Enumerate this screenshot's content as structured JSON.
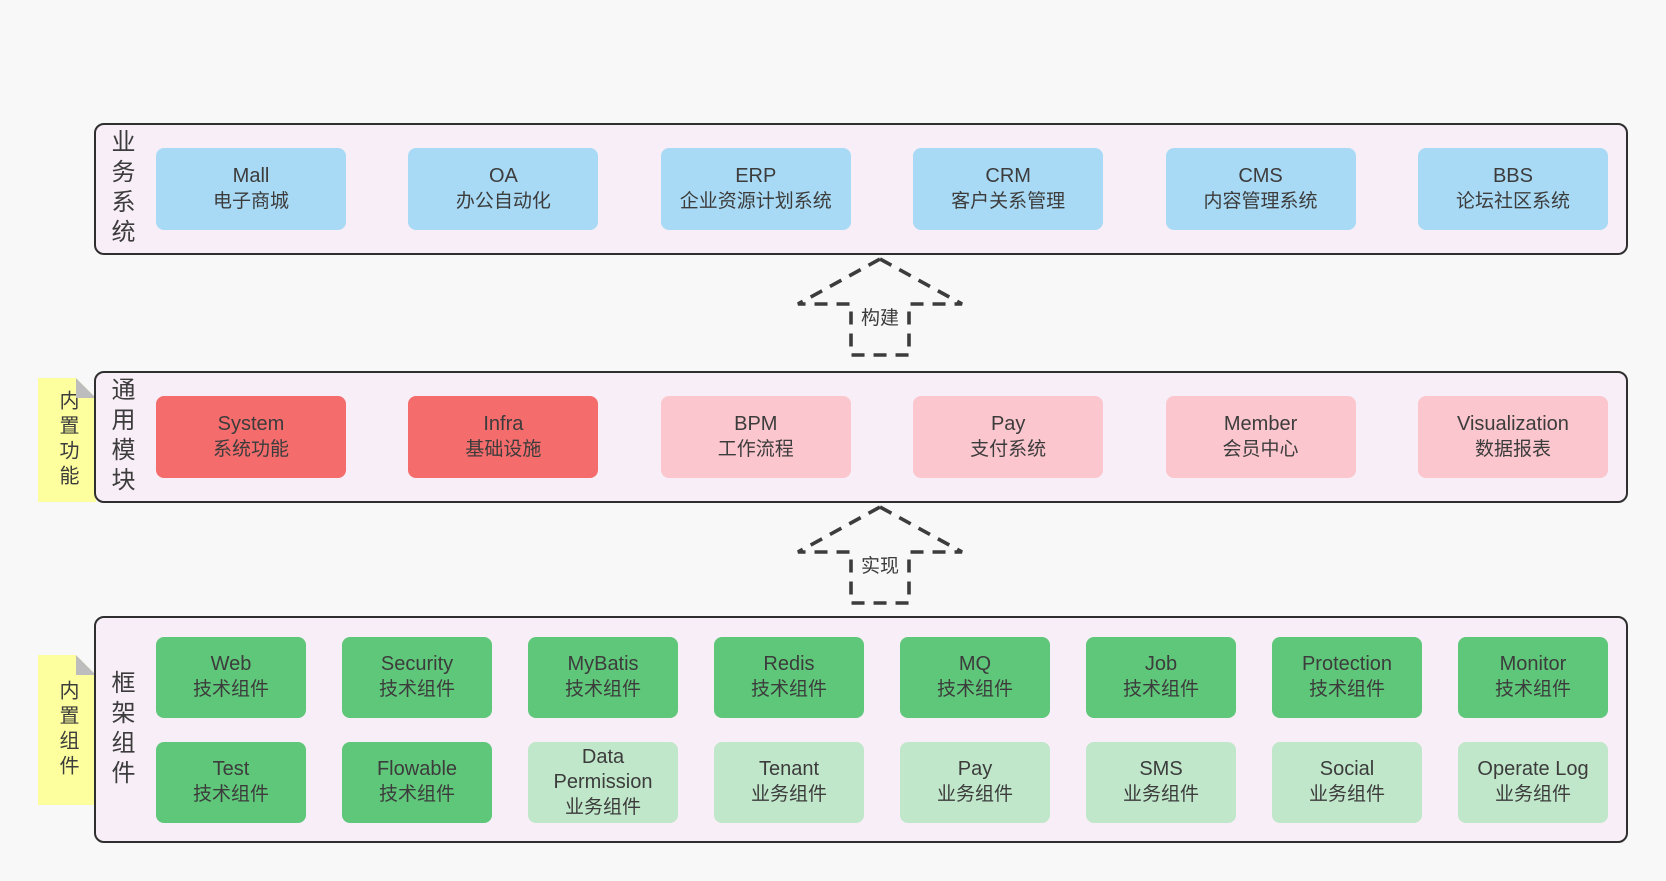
{
  "arrows": [
    {
      "label": "构建"
    },
    {
      "label": "实现"
    }
  ],
  "layers": [
    {
      "id": "business-systems",
      "label": "业务系统",
      "items": [
        {
          "name": "Mall",
          "desc": "电子商城",
          "type": "blue"
        },
        {
          "name": "OA",
          "desc": "办公自动化",
          "type": "blue"
        },
        {
          "name": "ERP",
          "desc": "企业资源计划系统",
          "type": "blue"
        },
        {
          "name": "CRM",
          "desc": "客户关系管理",
          "type": "blue"
        },
        {
          "name": "CMS",
          "desc": "内容管理系统",
          "type": "blue"
        },
        {
          "name": "BBS",
          "desc": "论坛社区系统",
          "type": "blue"
        }
      ]
    },
    {
      "id": "common-modules",
      "label": "通用模块",
      "sticky": "内置功能",
      "items": [
        {
          "name": "System",
          "desc": "系统功能",
          "type": "red"
        },
        {
          "name": "Infra",
          "desc": "基础设施",
          "type": "red"
        },
        {
          "name": "BPM",
          "desc": "工作流程",
          "type": "pink"
        },
        {
          "name": "Pay",
          "desc": "支付系统",
          "type": "pink"
        },
        {
          "name": "Member",
          "desc": "会员中心",
          "type": "pink"
        },
        {
          "name": "Visualization",
          "desc": "数据报表",
          "type": "pink"
        }
      ]
    },
    {
      "id": "framework-components",
      "label": "框架组件",
      "sticky": "内置组件",
      "rows": [
        [
          {
            "name": "Web",
            "desc": "技术组件",
            "type": "green"
          },
          {
            "name": "Security",
            "desc": "技术组件",
            "type": "green"
          },
          {
            "name": "MyBatis",
            "desc": "技术组件",
            "type": "green"
          },
          {
            "name": "Redis",
            "desc": "技术组件",
            "type": "green"
          },
          {
            "name": "MQ",
            "desc": "技术组件",
            "type": "green"
          },
          {
            "name": "Job",
            "desc": "技术组件",
            "type": "green"
          },
          {
            "name": "Protection",
            "desc": "技术组件",
            "type": "green"
          },
          {
            "name": "Monitor",
            "desc": "技术组件",
            "type": "green"
          }
        ],
        [
          {
            "name": "Test",
            "desc": "技术组件",
            "type": "green"
          },
          {
            "name": "Flowable",
            "desc": "技术组件",
            "type": "green"
          },
          {
            "name": "Data Permission",
            "desc": "业务组件",
            "type": "light-green"
          },
          {
            "name": "Tenant",
            "desc": "业务组件",
            "type": "light-green"
          },
          {
            "name": "Pay",
            "desc": "业务组件",
            "type": "light-green"
          },
          {
            "name": "SMS",
            "desc": "业务组件",
            "type": "light-green"
          },
          {
            "name": "Social",
            "desc": "业务组件",
            "type": "light-green"
          },
          {
            "name": "Operate Log",
            "desc": "业务组件",
            "type": "light-green"
          }
        ]
      ]
    }
  ],
  "colors": {
    "page_bg": "#f8f8f8",
    "band_bg": "#f8eef7",
    "band_border": "#2f2f2f",
    "blue": "#a9daf5",
    "red": "#f56c6c",
    "pink": "#fbc6ce",
    "green": "#5fc779",
    "light_green": "#c0e7ca",
    "sticky_yellow": "#fdff9e",
    "fold_gray": "#bdbdbd",
    "text": "#3c3c3c"
  }
}
